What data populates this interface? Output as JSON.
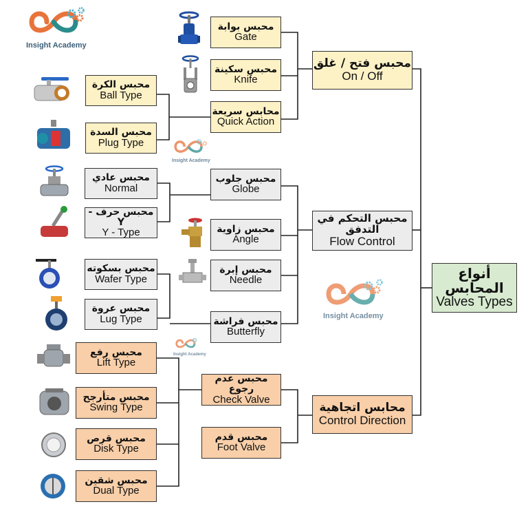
{
  "brand": {
    "name": "Insight Academy",
    "colors": {
      "orange": "#e8743b",
      "teal": "#2a8c8c",
      "gear": "#4bb3c9"
    }
  },
  "root": {
    "ar": "أنواع المحابس",
    "en": "Valves Types"
  },
  "on_off": {
    "label": {
      "ar": "محبس فتح / غلق",
      "en": "On / Off"
    },
    "gate": {
      "ar": "محبس بوابة",
      "en": "Gate"
    },
    "knife": {
      "ar": "محبس سكينة",
      "en": "Knife"
    },
    "quick_action": {
      "ar": "محابس سريعة",
      "en": "Quick Action"
    },
    "ball": {
      "ar": "محبس الكرة",
      "en": "Ball Type"
    },
    "plug": {
      "ar": "محبس السدة",
      "en": "Plug Type"
    }
  },
  "flow_control": {
    "label": {
      "ar": "محبس التحكم في التدفق",
      "en": "Flow Control"
    },
    "globe": {
      "ar": "محبس جلوب",
      "en": "Globe"
    },
    "normal": {
      "ar": "محبس عادي",
      "en": "Normal"
    },
    "y_type": {
      "ar": "محبس حرف -Y",
      "en": "Y - Type"
    },
    "angle": {
      "ar": "محبس زاوية",
      "en": "Angle"
    },
    "needle": {
      "ar": "محبس إبرة",
      "en": "Needle"
    },
    "butterfly": {
      "ar": "محبس فراشة",
      "en": "Butterfly"
    },
    "wafer": {
      "ar": "محبس بسكوته",
      "en": "Wafer Type"
    },
    "lug": {
      "ar": "محبس عروة",
      "en": "Lug Type"
    }
  },
  "control_direction": {
    "label": {
      "ar": "محابس اتجاهية",
      "en": "Control Direction"
    },
    "check": {
      "ar": "محبس عدم رجوع",
      "en": "Check Valve"
    },
    "foot": {
      "ar": "محبس قدم",
      "en": "Foot Valve"
    },
    "lift": {
      "ar": "محبس رفع",
      "en": "Lift Type"
    },
    "swing": {
      "ar": "محبس متأرجح",
      "en": "Swing Type"
    },
    "disk": {
      "ar": "محبس قرص",
      "en": "Disk Type"
    },
    "dual": {
      "ar": "محبس شقين",
      "en": "Dual Type"
    }
  }
}
